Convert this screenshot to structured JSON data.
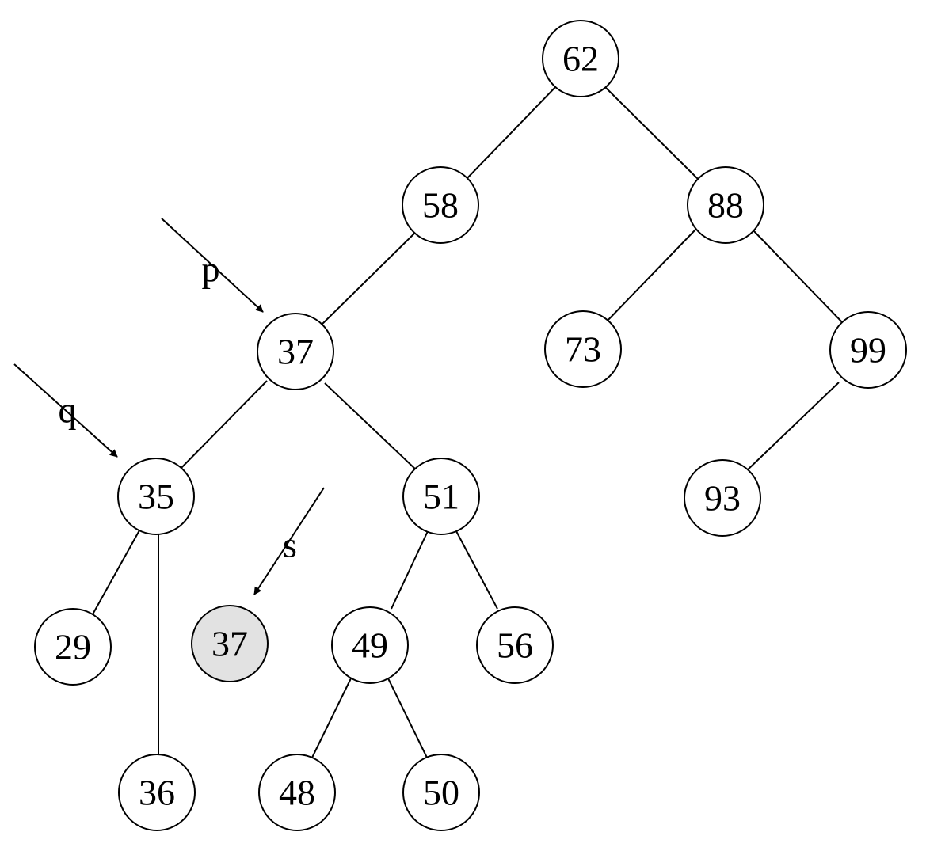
{
  "nodes": [
    {
      "id": "n62",
      "label": "62"
    },
    {
      "id": "n58",
      "label": "58"
    },
    {
      "id": "n88",
      "label": "88"
    },
    {
      "id": "n37a",
      "label": "37"
    },
    {
      "id": "n73",
      "label": "73"
    },
    {
      "id": "n99",
      "label": "99"
    },
    {
      "id": "n35",
      "label": "35"
    },
    {
      "id": "n51",
      "label": "51"
    },
    {
      "id": "n93",
      "label": "93"
    },
    {
      "id": "n29",
      "label": "29"
    },
    {
      "id": "n37b",
      "label": "37",
      "highlighted": true
    },
    {
      "id": "n49",
      "label": "49"
    },
    {
      "id": "n56",
      "label": "56"
    },
    {
      "id": "n36",
      "label": "36"
    },
    {
      "id": "n48",
      "label": "48"
    },
    {
      "id": "n50",
      "label": "50"
    }
  ],
  "edges": [
    {
      "from": "n62",
      "to": "n58"
    },
    {
      "from": "n62",
      "to": "n88"
    },
    {
      "from": "n58",
      "to": "n37a"
    },
    {
      "from": "n88",
      "to": "n73"
    },
    {
      "from": "n88",
      "to": "n99"
    },
    {
      "from": "n37a",
      "to": "n35"
    },
    {
      "from": "n37a",
      "to": "n51"
    },
    {
      "from": "n99",
      "to": "n93"
    },
    {
      "from": "n35",
      "to": "n29"
    },
    {
      "from": "n35",
      "to": "n36"
    },
    {
      "from": "n51",
      "to": "n49"
    },
    {
      "from": "n51",
      "to": "n56"
    },
    {
      "from": "n49",
      "to": "n48"
    },
    {
      "from": "n49",
      "to": "n50"
    }
  ],
  "pointers": [
    {
      "id": "ptr-p",
      "label": "p",
      "target": "n37a"
    },
    {
      "id": "ptr-q",
      "label": "q",
      "target": "n35"
    },
    {
      "id": "ptr-s",
      "label": "s",
      "target": "n37b"
    }
  ],
  "colors": {
    "node_fill": "#ffffff",
    "highlight_fill": "#e2e2e2",
    "stroke": "#000000"
  }
}
